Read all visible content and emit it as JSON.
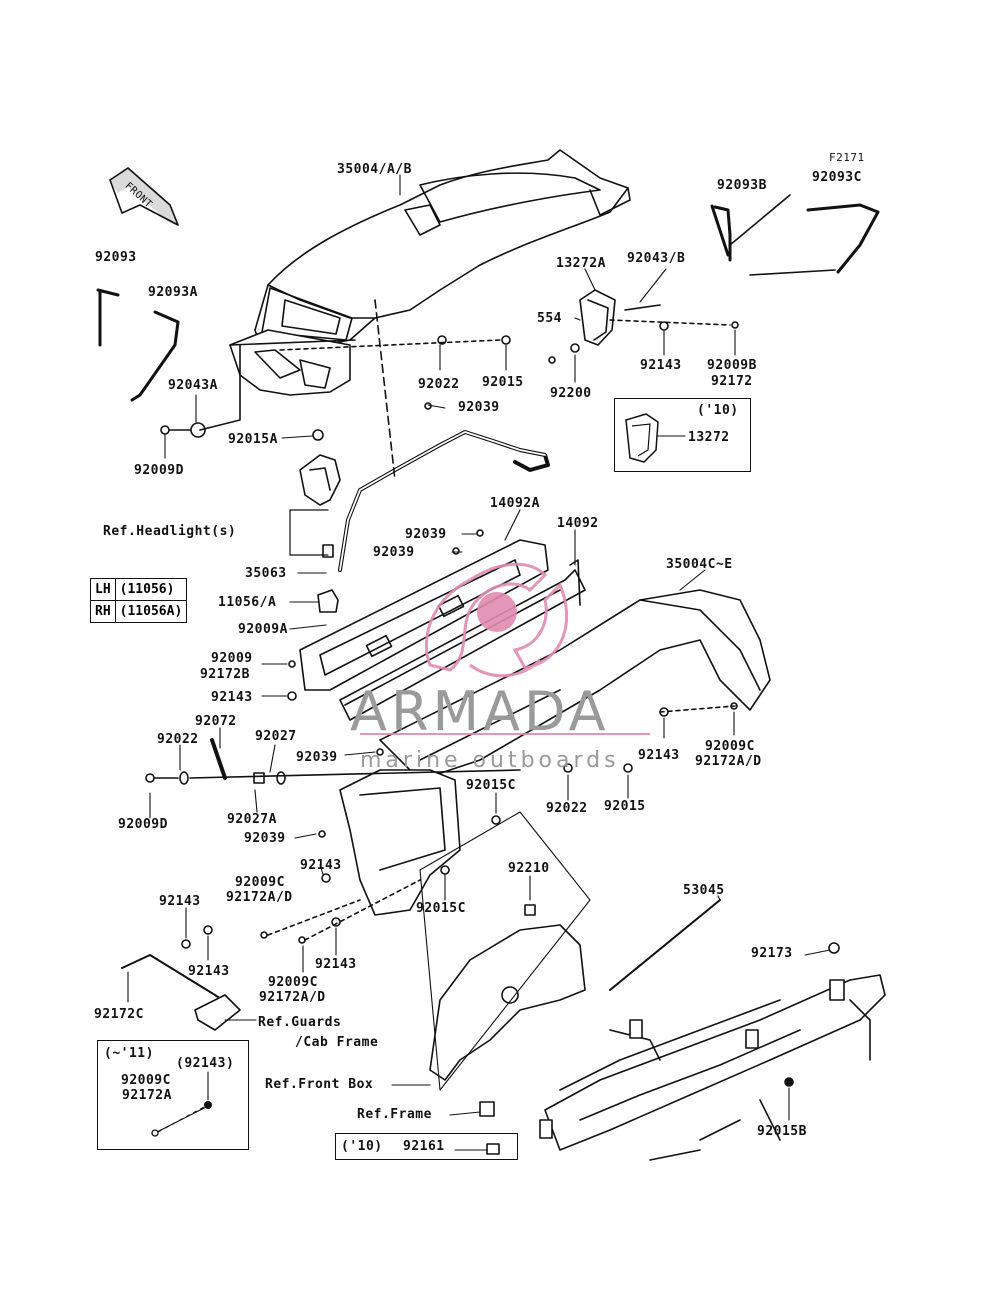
{
  "diagram_code": "F2171",
  "front_arrow_label": "FRONT",
  "watermark": {
    "brand": "ARMADA",
    "tagline": "marine outboards",
    "logo_color": "#e08bb0",
    "text_color": "#9a9a9a"
  },
  "part_labels": {
    "p35004AB": "35004/A/B",
    "p92093": "92093",
    "p92093A": "92093A",
    "p92093B": "92093B",
    "p92093C": "92093C",
    "p13272A": "13272A",
    "p92043B": "92043/B",
    "p554": "554",
    "p92022_top": "92022",
    "p92015_top": "92015",
    "p92143_top": "92143",
    "p92009B": "92009B",
    "p92172": "92172",
    "p92200": "92200",
    "p92039_top": "92039",
    "p92043A": "92043A",
    "p92015A": "92015A",
    "p92009D_top": "92009D",
    "p13272": "13272",
    "p14092A": "14092A",
    "p14092": "14092",
    "p92039_a": "92039",
    "p92039_b": "92039",
    "p35063": "35063",
    "p11056A": "11056/A",
    "p92009A": "92009A",
    "p35004CE": "35004C~E",
    "p92009_mid": "92009",
    "p92172B": "92172B",
    "p92143_mid": "92143",
    "p92072": "92072",
    "p92022_mid": "92022",
    "p92027": "92027",
    "p92039_mid": "92039",
    "p92143_right": "92143",
    "p92009C_right": "92009C",
    "p92172AD_right": "92172A/D",
    "p92009D_mid": "92009D",
    "p92027A": "92027A",
    "p92015C_a": "92015C",
    "p92022_low": "92022",
    "p92015_low": "92015",
    "p92039_low": "92039",
    "p92143_low1": "92143",
    "p92009C_low1": "92009C",
    "p92172AD_low1": "92172A/D",
    "p92015C_b": "92015C",
    "p92210": "92210",
    "p53045": "53045",
    "p92143_left": "92143",
    "p92143_left2": "92143",
    "p92143_low2": "92143",
    "p92009C_low2": "92009C",
    "p92172AD_low2": "92172A/D",
    "p92173": "92173",
    "p92172C": "92172C",
    "p92015B": "92015B"
  },
  "references": {
    "headlight": "Ref.Headlight(s)",
    "guards": "Ref.Guards",
    "cab_frame": "/Cab Frame",
    "front_box": "Ref.Front Box",
    "frame": "Ref.Frame"
  },
  "side_table": [
    {
      "side": "LH",
      "part": "(11056)"
    },
    {
      "side": "RH",
      "part": "(11056A)"
    }
  ],
  "inset_10_top": {
    "year": "('10)",
    "part": "13272"
  },
  "inset_11": {
    "year": "(~'11)",
    "p1": "(92143)",
    "p2": "92009C",
    "p3": "92172A"
  },
  "inset_10_bottom": {
    "year": "('10)",
    "part": "92161"
  }
}
